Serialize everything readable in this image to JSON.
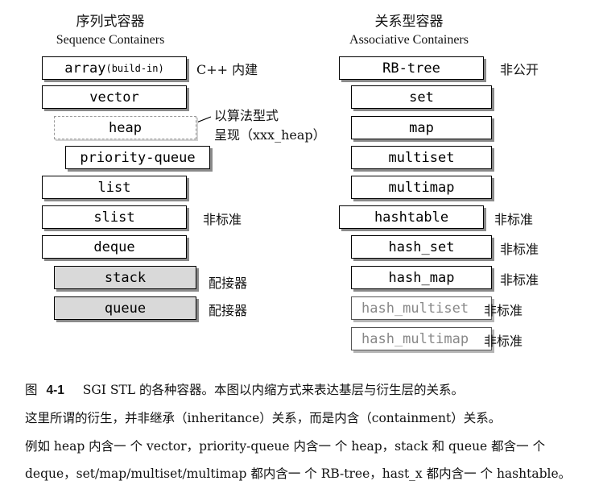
{
  "left_header": {
    "cn": "序列式容器",
    "en": "Sequence Containers"
  },
  "right_header": {
    "cn": "关系型容器",
    "en": "Associative Containers"
  },
  "sequence": {
    "array": "array",
    "array_suffix": "(build-in)",
    "vector": "vector",
    "heap": "heap",
    "priority_queue": "priority-queue",
    "list": "list",
    "slist": "slist",
    "deque": "deque",
    "stack": "stack",
    "queue": "queue"
  },
  "associative": {
    "rb_tree": "RB-tree",
    "set": "set",
    "map": "map",
    "multiset": "multiset",
    "multimap": "multimap",
    "hashtable": "hashtable",
    "hash_set": "hash_set",
    "hash_map": "hash_map",
    "hash_multiset": "hash_multiset",
    "hash_multimap": "hash_multimap"
  },
  "notes": {
    "cpp_builtin": "C++ 内建",
    "heap_line1": "以算法型式",
    "heap_line2": "呈现（xxx_heap）",
    "slist": "非标准",
    "stack": "配接器",
    "queue": "配接器",
    "rb_tree": "非公开",
    "hashtable": "非标准",
    "hash_set": "非标准",
    "hash_map": "非标准",
    "hash_multiset": "非标准",
    "hash_multimap": "非标准"
  },
  "caption": {
    "label": "图",
    "number": "4-1",
    "line1": "SGI STL 的各种容器。本图以内缩方式来表达基层与衍生层的关系。",
    "line2": "这里所谓的衍生，并非继承（inheritance）关系，而是内含（containment）关系。",
    "line3": "例如 heap 内含⼀ 个 vector，priority-queue 内含⼀ 个 heap，stack 和 queue 都含⼀ 个",
    "line4": "deque，set/map/multiset/multimap 都内含⼀ 个 RB-tree，hast_x 都内含⼀ 个 hashtable。"
  }
}
